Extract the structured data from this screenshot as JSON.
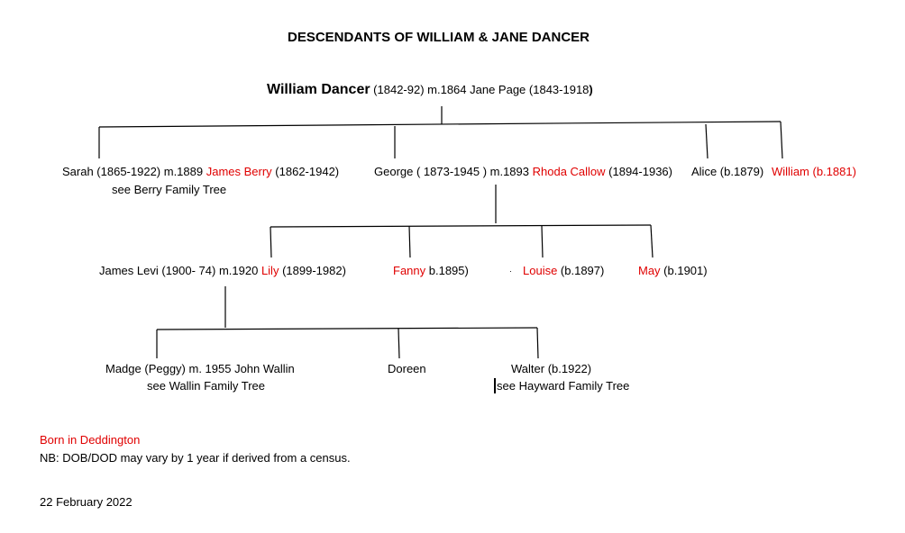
{
  "title": "DESCENDANTS OF WILLIAM & JANE DANCER",
  "root": {
    "name": "William Dancer",
    "detail": " (1842-92) m.1864 Jane Page (1843-1918",
    "close": ")"
  },
  "gen1": {
    "sarah": {
      "a": "Sarah (1865-1922) m.1889 ",
      "spouse": "James Berry",
      "b": " (1862-1942)",
      "note": "see Berry Family Tree"
    },
    "george": {
      "a": "George ( 1873-1945 ) m.1893 ",
      "spouse": "Rhoda Callow",
      "b": " (1894-1936)"
    },
    "alice": "Alice (b.1879)",
    "william": "William (b.1881)"
  },
  "gen2": {
    "james": {
      "a": "James Levi (1900- 74) m.1920 ",
      "spouse": "Lily",
      "b": " (1899-1982)"
    },
    "fanny": {
      "name": "Fanny",
      "b": " b.1895)"
    },
    "bullet": "·",
    "louise": {
      "name": "Louise",
      "b": " (b.1897)"
    },
    "may": {
      "name": "May",
      "b": " (b.1901)"
    }
  },
  "gen3": {
    "madge": {
      "a": "Madge (Peggy) m. 1955 John Wallin",
      "note": "see Wallin Family Tree"
    },
    "doreen": "Doreen",
    "walter": {
      "a": "Walter (b.1922)",
      "note": "see Hayward Family Tree"
    }
  },
  "legend": {
    "born": "Born in Deddington",
    "nb": "NB: DOB/DOD may vary by 1 year if derived from a census."
  },
  "date": "22 February 2022",
  "colors": {
    "highlight": "#e00000",
    "text": "#000000"
  }
}
